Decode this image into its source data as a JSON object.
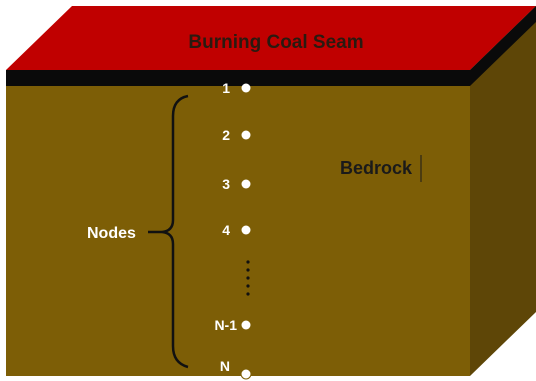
{
  "title": "Burning Coal Seam",
  "region_label": "Bedrock",
  "brace_label": "Nodes",
  "nodes": [
    "1",
    "2",
    "3",
    "4",
    "N-1",
    "N"
  ],
  "ellipsis": "⋮",
  "colors": {
    "top_face": "#c00000",
    "seam_band": "#0a0a0a",
    "front_face": "#7d5e06",
    "side_face": "#5e4607",
    "label_light": "#ffffff",
    "label_dark": "#1a1a1a",
    "title_text": "#2a1a10"
  }
}
